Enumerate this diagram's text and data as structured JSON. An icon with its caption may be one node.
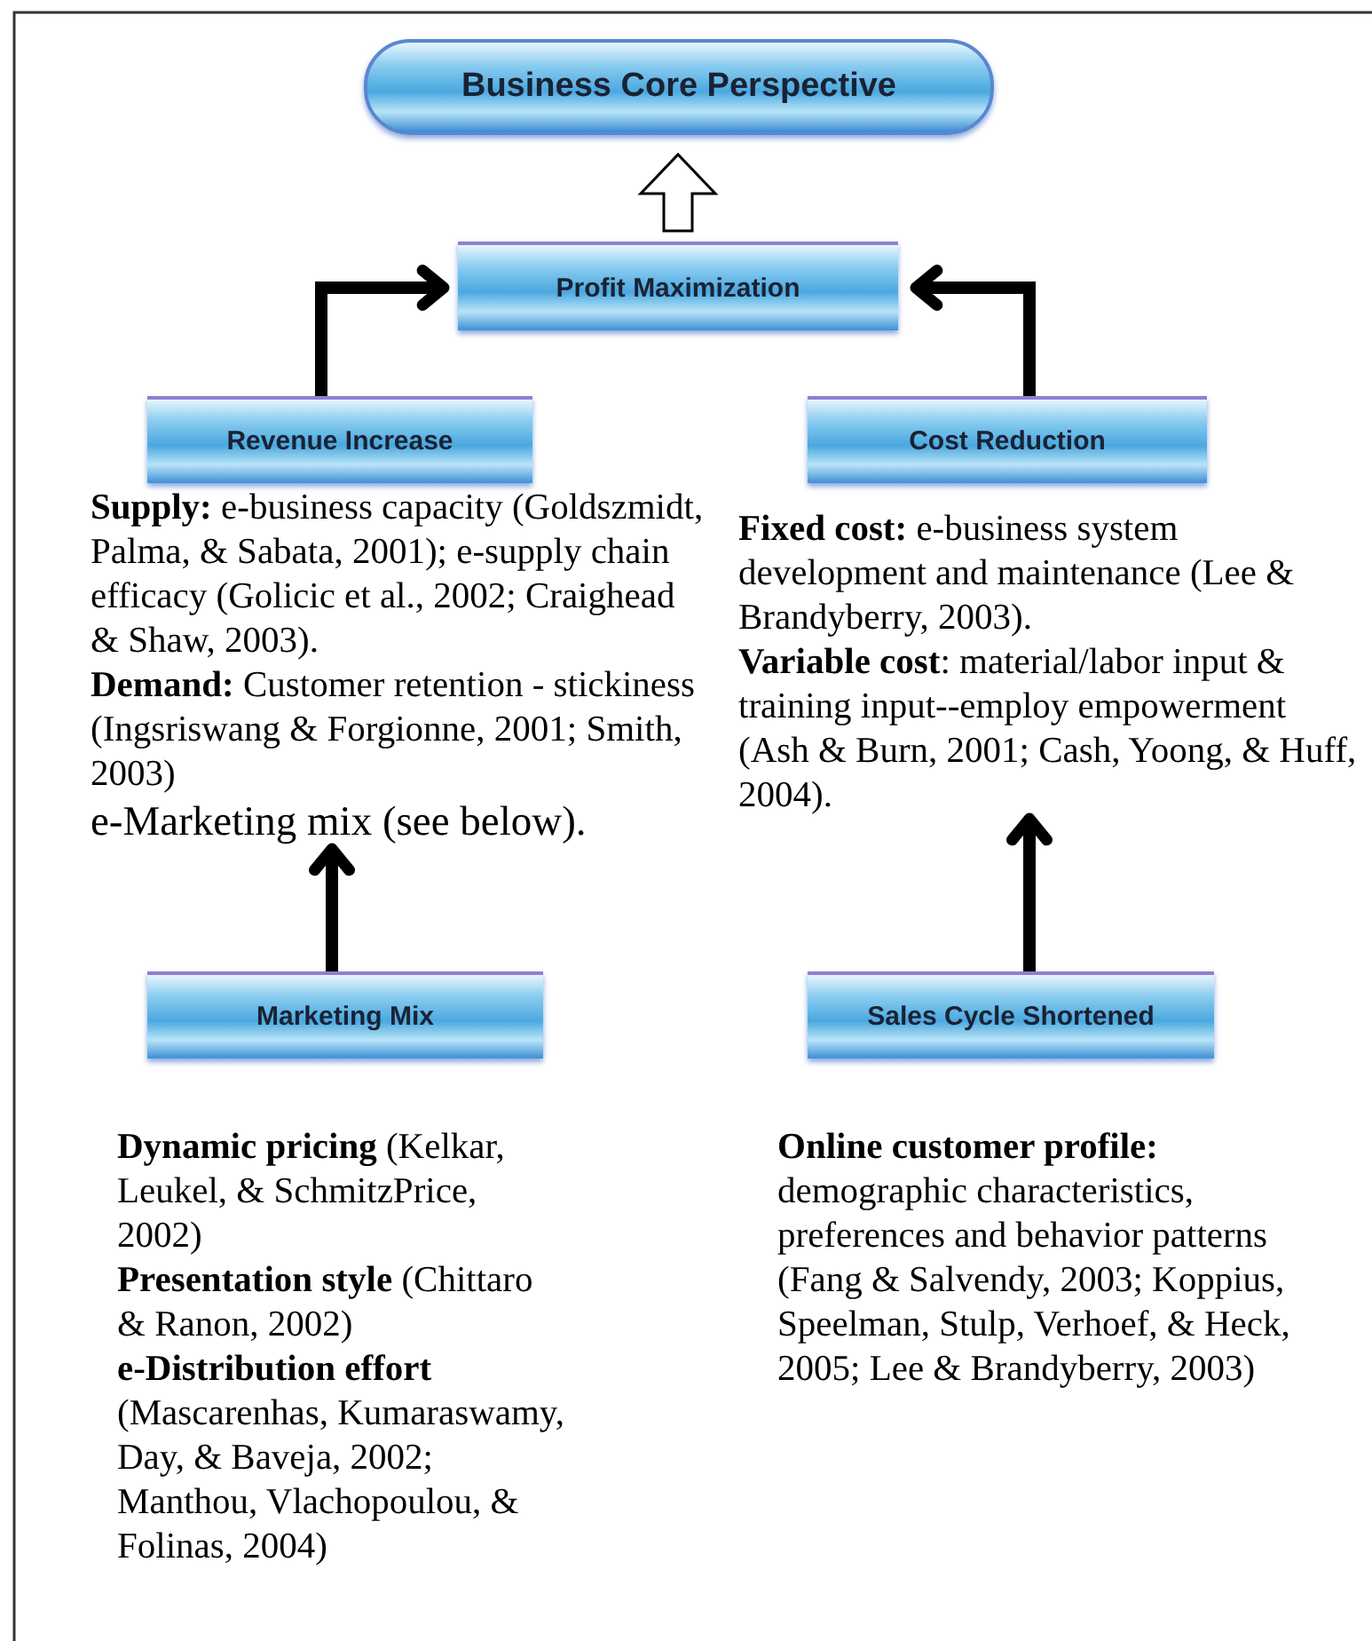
{
  "diagram": {
    "nodes": [
      {
        "text": [
          "Business Core Perspective"
        ]
      },
      {
        "text": [
          "Profit Maximization"
        ]
      },
      {
        "text": [
          "Revenue Increase"
        ]
      },
      {
        "text": [
          "Cost Reduction"
        ]
      },
      {
        "text": [
          "**Supply:** e-business capacity (Goldszmidt, Palma, & Sabata, 2001); e-supply chain efficacy (Golicic et al., 2002; Craighead & Shaw, 2003).",
          "**Demand:** Customer retention - stickiness (Ingsriswang & Forgionne, 2001; Smith, 2003)",
          "e-Marketing mix (see below)."
        ]
      },
      {
        "text": [
          "**Fixed cost:** e-business system development and maintenance (Lee & Brandyberry, 2003).",
          "**Variable cost**: material/labor input & training input--employ empowerment (Ash & Burn, 2001; Cash, Yoong, & Huff, 2004)."
        ]
      },
      {
        "text": [
          "Marketing Mix"
        ]
      },
      {
        "text": [
          "Sales Cycle Shortened"
        ]
      }
    ],
    "edges": [
      {
        "from": 1,
        "to": 0,
        "arrow": "to"
      },
      {
        "from": 2,
        "to": 1,
        "arrow": "to"
      },
      {
        "from": 3,
        "to": 1,
        "arrow": "to"
      },
      {
        "from": 6,
        "to": 4,
        "arrow": "to"
      },
      {
        "from": 7,
        "to": 5,
        "arrow": "to"
      }
    ],
    "labels": [
      "**Dynamic pricing** (Kelkar, Leukel, & SchmitzPrice, 2002)",
      "**Presentation style** (Chittaro & Ranon, 2002)",
      "**e-Distribution effort** (Mascarenhas, Kumaraswamy, Day, & Baveja, 2002; Manthou, Vlachopoulou, & Folinas, 2004)",
      "**Online customer profile:** demographic characteristics, preferences and behavior patterns (Fang & Salvendy, 2003; Koppius, Speelman, Stulp, Verhoef, & Heck, 2005; Lee & Brandyberry, 2003)"
    ]
  }
}
